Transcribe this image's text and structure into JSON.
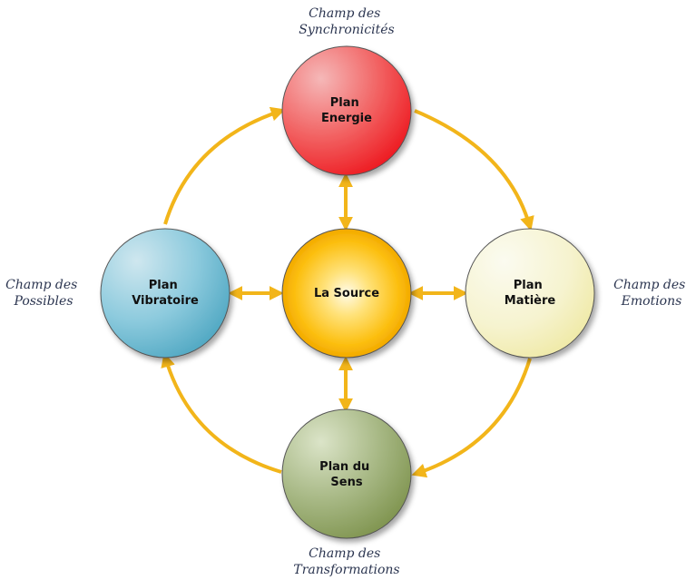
{
  "diagram": {
    "center": {
      "lines": [
        "La Source"
      ]
    },
    "top": {
      "lines": [
        "Plan",
        "Energie"
      ]
    },
    "left": {
      "lines": [
        "Plan",
        "Vibratoire"
      ]
    },
    "right": {
      "lines": [
        "Plan",
        "Matière"
      ]
    },
    "bottom": {
      "lines": [
        "Plan du",
        "Sens"
      ]
    },
    "fields": {
      "top": [
        "Champ des",
        "Synchronicités"
      ],
      "left": [
        "Champ des",
        "Possibles"
      ],
      "right": [
        "Champ des",
        "Emotions"
      ],
      "bottom": [
        "Champ des",
        "Transformations"
      ]
    },
    "colors": {
      "arrow": "#f2b51a",
      "source": "#fcbf10",
      "energie": "#f03a3f",
      "vibratoire": "#5eb0cc",
      "matiere": "#f3f0b4",
      "sens": "#8a9e5b"
    }
  }
}
